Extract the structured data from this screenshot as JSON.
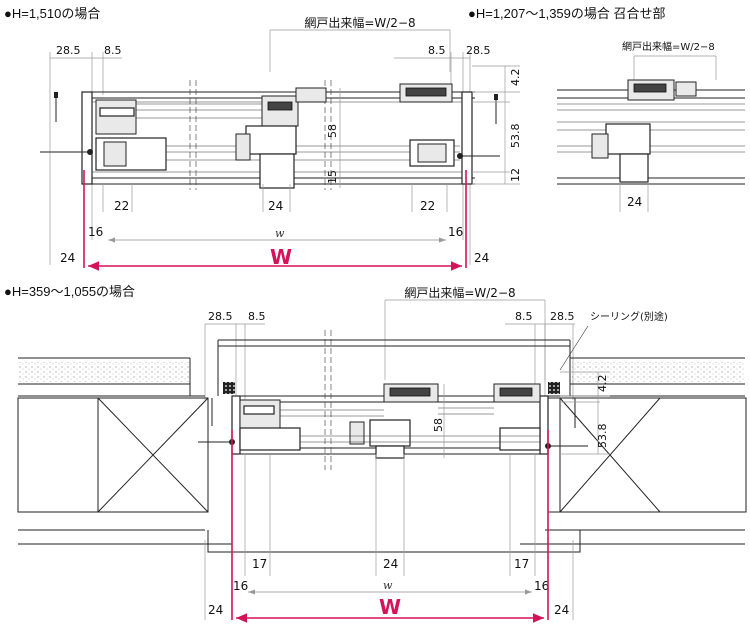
{
  "headers": {
    "top_left": "●H=1,510の場合",
    "top_right": "●H=1,207〜1,359の場合 召合せ部",
    "bottom": "●H=359〜1,055の場合"
  },
  "top_left": {
    "screen_width_label": "網戸出来幅=W/2−8",
    "d_28_5_left": "28.5",
    "d_8_5_left": "8.5",
    "d_8_5_right": "8.5",
    "d_28_5_right": "28.5",
    "d_4_2": "4.2",
    "d_53_8": "53.8",
    "d_58": "58",
    "d_15": "15",
    "d_12": "12",
    "d_22_left": "22",
    "d_24_mid": "24",
    "d_22_right": "22",
    "d_16_left": "16",
    "d_16_right": "16",
    "w_label": "w",
    "d_24_left": "24",
    "d_24_right": "24",
    "W_label": "W"
  },
  "top_right": {
    "screen_width_label": "網戸出来幅=W/2−8",
    "d_24": "24"
  },
  "bottom": {
    "screen_width_label": "網戸出来幅=W/2−8",
    "d_28_5_left": "28.5",
    "d_8_5_left": "8.5",
    "d_8_5_right": "8.5",
    "d_28_5_right": "28.5",
    "sealing_label": "シーリング(別途)",
    "d_4_2": "4.2",
    "d_53_8": "53.8",
    "d_58": "58",
    "d_17_left": "17",
    "d_24_mid": "24",
    "d_17_right": "17",
    "d_16_left": "16",
    "d_16_right": "16",
    "w_label": "w",
    "d_24_left": "24",
    "d_24_right": "24",
    "W_label": "W"
  },
  "colors": {
    "accent": "#d4145a",
    "line": "#222222",
    "guide": "#9a9a9a"
  }
}
